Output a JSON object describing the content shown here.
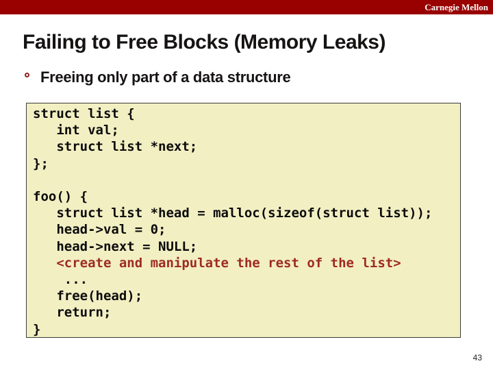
{
  "slide": {
    "colors": {
      "bar": "#990000",
      "code_bg": "#f2efc3",
      "code_border": "#3c3c3c",
      "code_text": "#0b0b0b",
      "highlight": "#9e2b22",
      "bullet": "#8e2020",
      "title_text": "#161313",
      "page_number": "#222222",
      "brand_text": "#ffffff"
    },
    "header": {
      "brand": "Carnegie Mellon"
    },
    "title": "Failing to Free Blocks (Memory Leaks)",
    "bullet": {
      "label": "Freeing only part of a data structure"
    },
    "code_block": {
      "lines": [
        {
          "text": "struct list {",
          "highlight": false
        },
        {
          "text": "   int val;",
          "highlight": false
        },
        {
          "text": "   struct list *next;",
          "highlight": false
        },
        {
          "text": "};",
          "highlight": false
        },
        {
          "text": " ",
          "highlight": false
        },
        {
          "text": "foo() {",
          "highlight": false
        },
        {
          "text": "   struct list *head = malloc(sizeof(struct list));",
          "highlight": false
        },
        {
          "text": "   head->val = 0;",
          "highlight": false
        },
        {
          "text": "   head->next = NULL;",
          "highlight": false
        },
        {
          "text": "   <create and manipulate the rest of the list>",
          "highlight": true
        },
        {
          "text": "    ...",
          "highlight": false
        },
        {
          "text": "   free(head);",
          "highlight": false
        },
        {
          "text": "   return;",
          "highlight": false
        },
        {
          "text": "}",
          "highlight": false
        }
      ]
    },
    "page_number": "43"
  }
}
